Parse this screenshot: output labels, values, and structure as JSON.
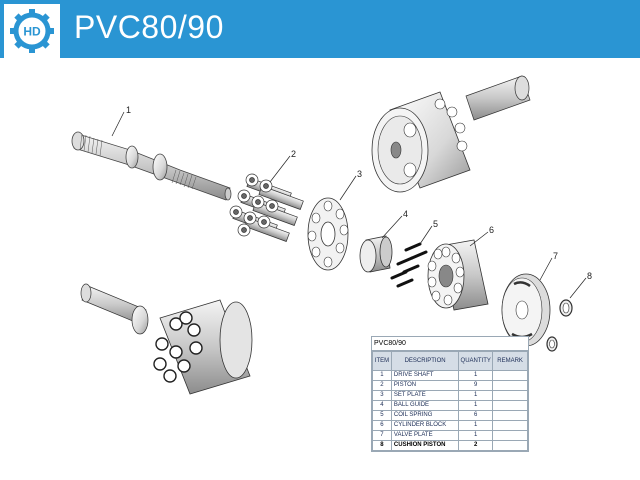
{
  "header": {
    "logo_text": "HD",
    "title": "PVC80/90",
    "background": "#2a95d3"
  },
  "callouts": [
    "1",
    "2",
    "3",
    "4",
    "5",
    "6",
    "7",
    "8"
  ],
  "parts_list": {
    "title": "PVC80/90",
    "headers": [
      "ITEM",
      "DESCRIPTION",
      "QUANTITY",
      "REMARK"
    ],
    "rows": [
      {
        "item": "1",
        "description": "DRIVE SHAFT",
        "quantity": "1",
        "remark": ""
      },
      {
        "item": "2",
        "description": "PISTON",
        "quantity": "9",
        "remark": ""
      },
      {
        "item": "3",
        "description": "SET  PLATE",
        "quantity": "1",
        "remark": ""
      },
      {
        "item": "4",
        "description": "BALL GUIDE",
        "quantity": "1",
        "remark": ""
      },
      {
        "item": "5",
        "description": "COIL  SPRING",
        "quantity": "6",
        "remark": ""
      },
      {
        "item": "6",
        "description": "CYLINDER  BLOCK",
        "quantity": "1",
        "remark": ""
      },
      {
        "item": "7",
        "description": "VALVE PLATE",
        "quantity": "1",
        "remark": ""
      },
      {
        "item": "8",
        "description": "CUSHION PISTON",
        "quantity": "2",
        "remark": ""
      }
    ]
  }
}
